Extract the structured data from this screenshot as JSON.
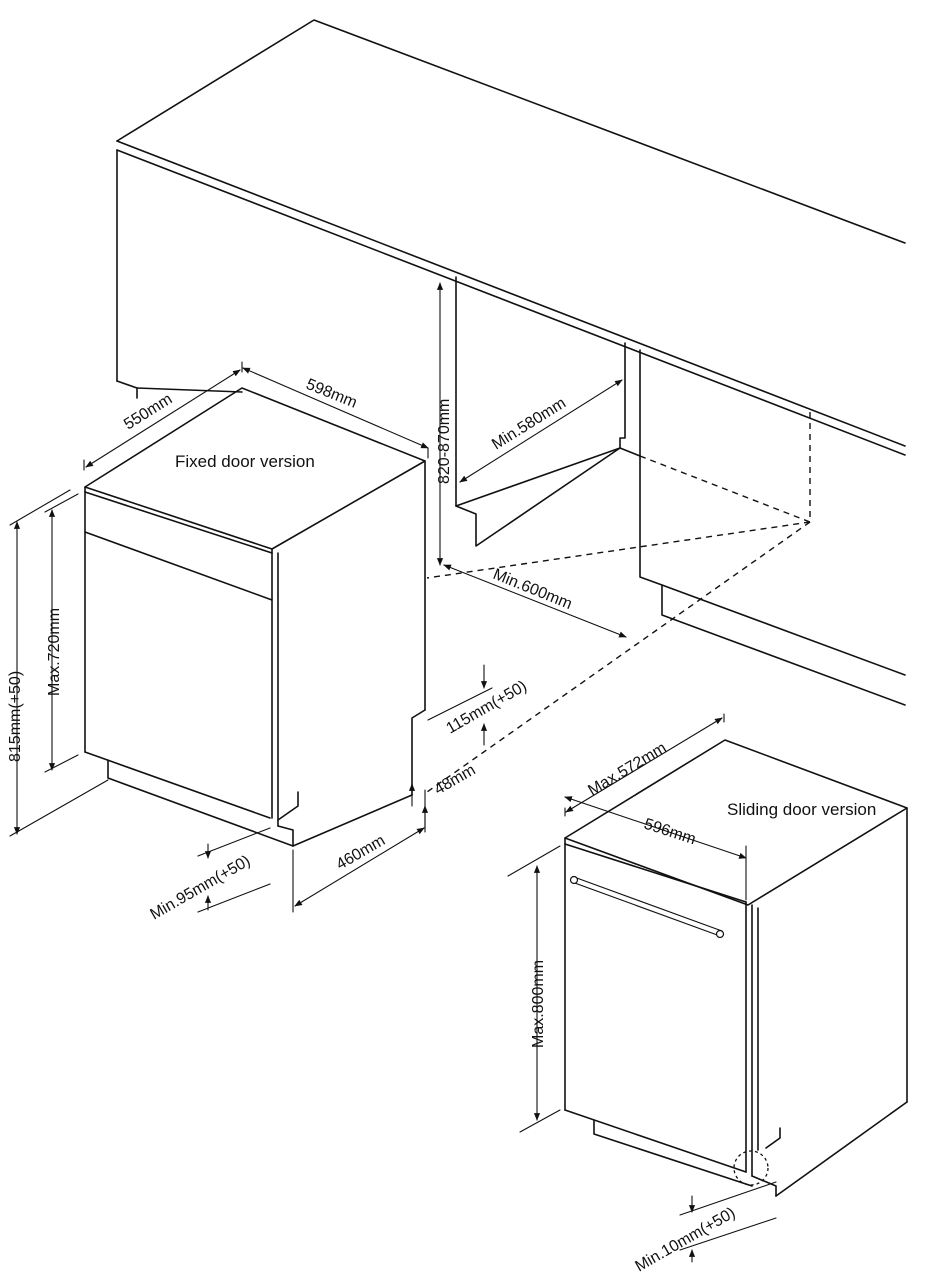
{
  "labels": {
    "fixed_door_version": "Fixed door version",
    "sliding_door_version": "Sliding door version",
    "depth_550": "550mm",
    "width_598": "598mm",
    "height_range": "820-870mm",
    "min_580": "Min.580mm",
    "min_600": "Min.600mm",
    "height_815": "815mm(+50)",
    "max_720": "Max.720mm",
    "plinth_115": "115mm(+50)",
    "plinth_48": "48mm",
    "depth_460": "460mm",
    "min_95": "Min.95mm(+50)",
    "max_572": "Max.572mm",
    "width_596": "596mm",
    "max_800": "Max.800mm",
    "min_10": "Min.10mm(+50)"
  }
}
